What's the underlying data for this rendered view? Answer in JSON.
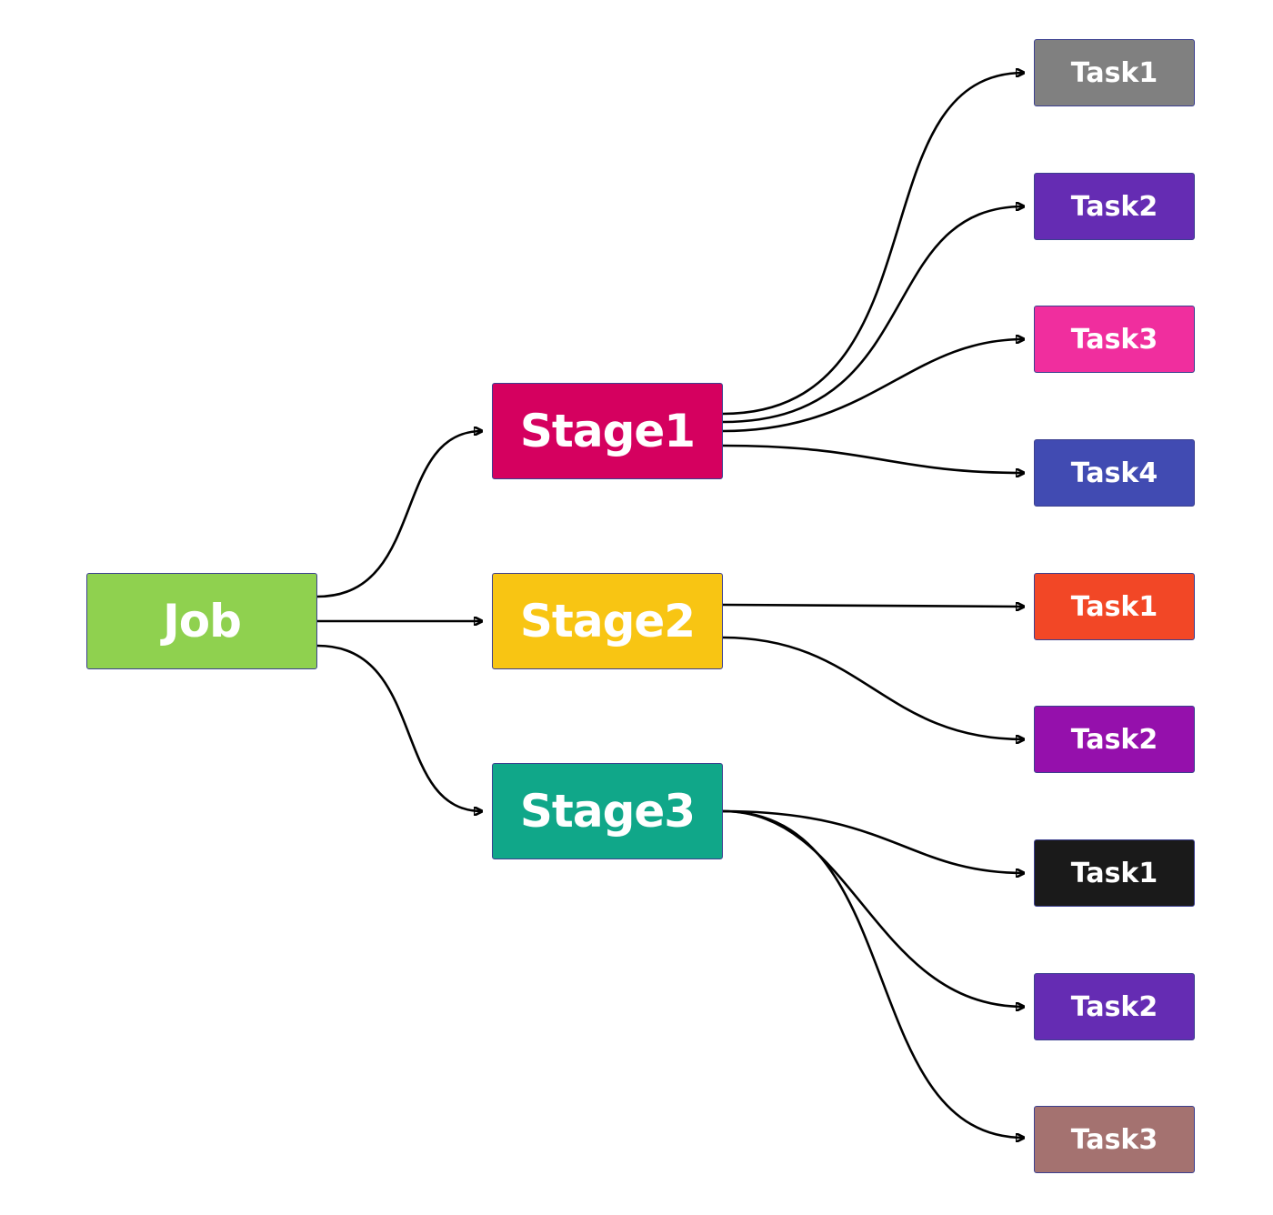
{
  "job": {
    "label": "Job",
    "color": "#8fd14f"
  },
  "stages": [
    {
      "label": "Stage1",
      "color": "#d5005f"
    },
    {
      "label": "Stage2",
      "color": "#f8c513"
    },
    {
      "label": "Stage3",
      "color": "#10a789"
    }
  ],
  "tasks": [
    {
      "label": "Task1",
      "color": "#808080",
      "stage": 0
    },
    {
      "label": "Task2",
      "color": "#652cb3",
      "stage": 0
    },
    {
      "label": "Task3",
      "color": "#f02e9e",
      "stage": 0
    },
    {
      "label": "Task4",
      "color": "#414bb2",
      "stage": 0
    },
    {
      "label": "Task1",
      "color": "#f24726",
      "stage": 1
    },
    {
      "label": "Task2",
      "color": "#9510ac",
      "stage": 1
    },
    {
      "label": "Task1",
      "color": "#1a1a1a",
      "stage": 2
    },
    {
      "label": "Task2",
      "color": "#652cb3",
      "stage": 2
    },
    {
      "label": "Task3",
      "color": "#a47270",
      "stage": 2
    }
  ],
  "edge_color": "#000000"
}
